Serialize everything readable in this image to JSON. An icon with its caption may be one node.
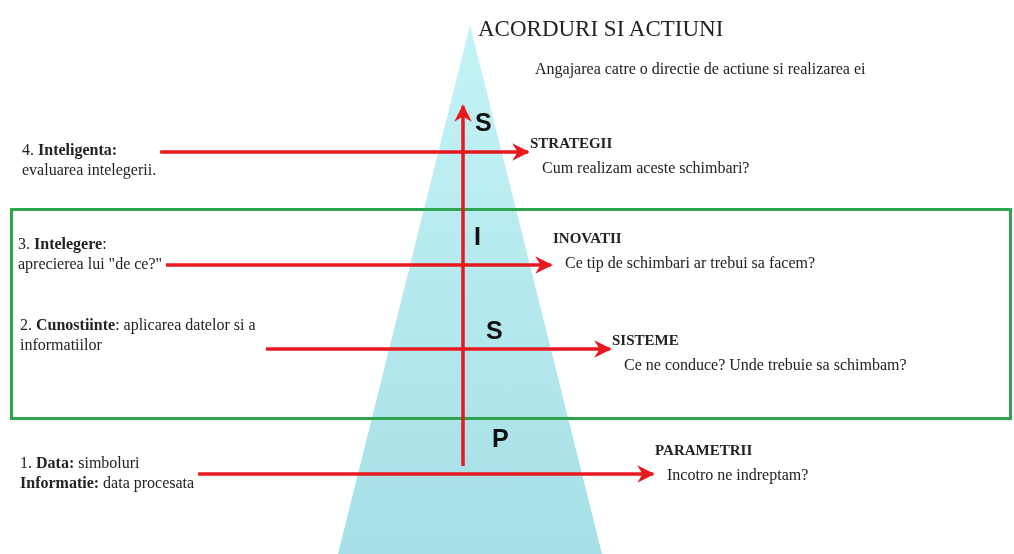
{
  "diagram": {
    "title": "ACORDURI SI ACTIUNI",
    "nodes": [
      {
        "text": [],
        "shape": "box"
      },
      {
        "text": [
          "4. **Inteligenta:**",
          "evaluarea intelegerii."
        ]
      },
      {
        "text": [
          "STRATEGII",
          "Cum realizam aceste schimbari?"
        ]
      },
      {
        "text": [
          "3. **Intelegere**:",
          "aprecierea lui \"de ce?\""
        ],
        "in": 0
      },
      {
        "text": [
          "INOVATII",
          "Ce tip de schimbari ar trebui sa facem?"
        ],
        "in": 0
      },
      {
        "text": [
          "2. **Cunostiinte**: aplicarea datelor si a informatiilor"
        ],
        "in": 0
      },
      {
        "text": [
          "SISTEME",
          "Ce ne conduce? Unde trebuie sa schimbam?"
        ],
        "in": 0
      },
      {
        "text": [
          "1. **Data:** simboluri",
          "**Informatie:** data procesata"
        ]
      },
      {
        "text": [
          "PARAMETRII",
          "Incotro ne indreptam?"
        ]
      }
    ],
    "edges": [
      {
        "from": 1,
        "to": 2,
        "arrow": "to"
      },
      {
        "from": 3,
        "to": 4,
        "arrow": "to"
      },
      {
        "from": 5,
        "to": 6,
        "arrow": "to"
      },
      {
        "from": 7,
        "to": 8,
        "arrow": "to"
      }
    ],
    "labels": [
      "Angajarea catre o directie de actiune si realizarea ei",
      "S",
      "I",
      "S",
      "P"
    ]
  }
}
